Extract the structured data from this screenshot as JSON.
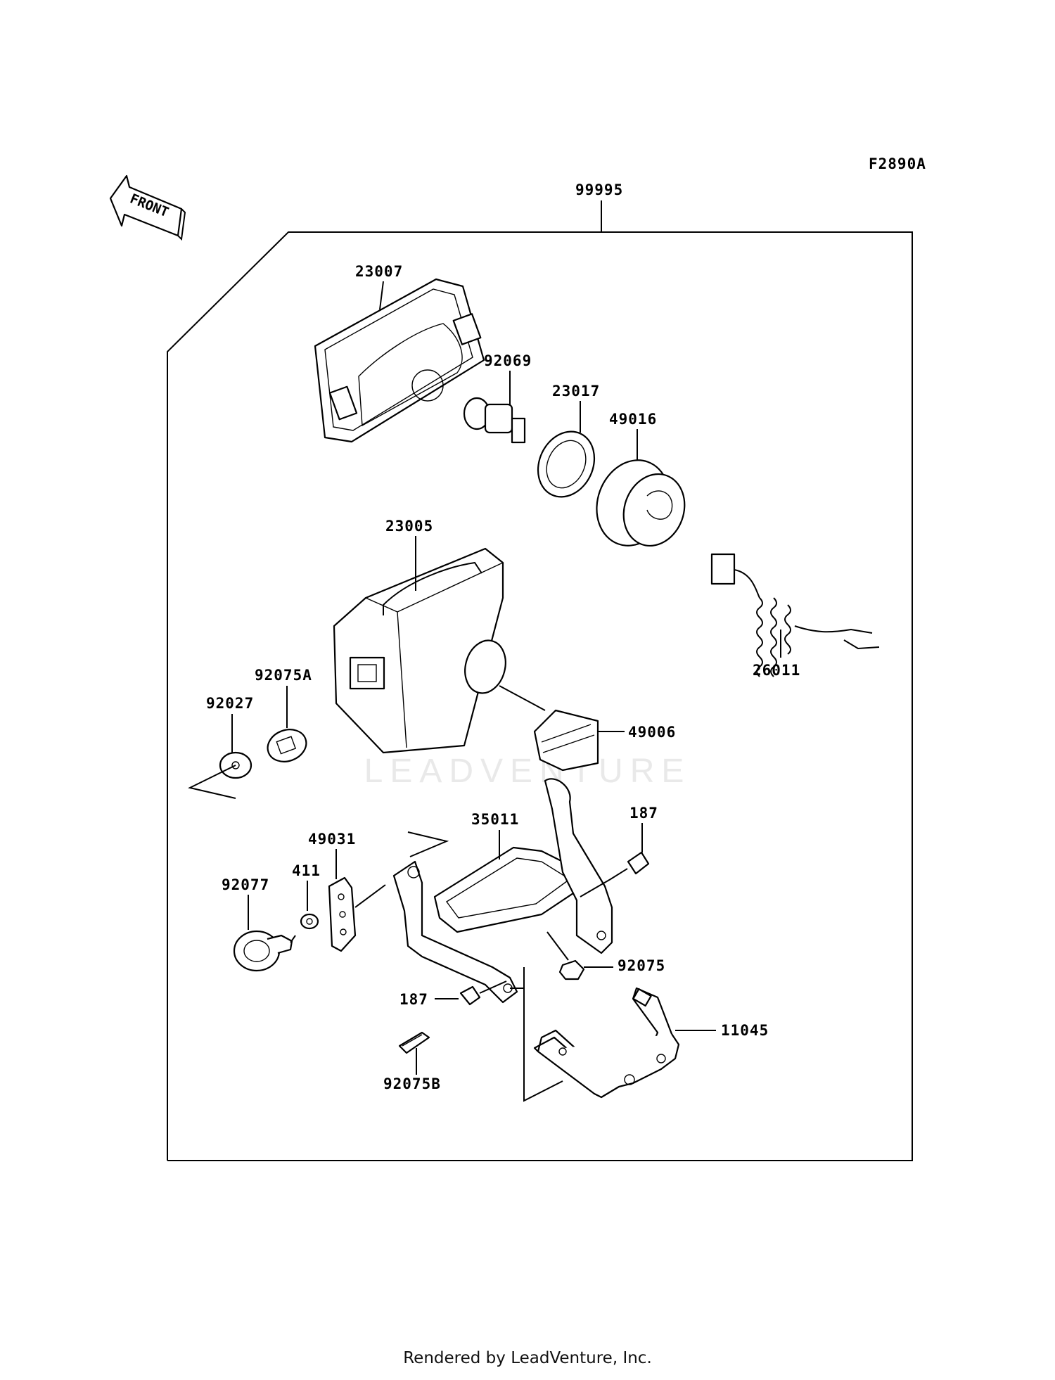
{
  "figure_code": "F2890A",
  "front_arrow_text": "FRONT",
  "watermark": "LEADVENTURE",
  "footer": "Rendered by LeadVenture, Inc.",
  "parts": {
    "p99995": "99995",
    "p23007": "23007",
    "p92069": "92069",
    "p23017": "23017",
    "p49016": "49016",
    "p23005": "23005",
    "p26011": "26011",
    "p92075A": "92075A",
    "p92027": "92027",
    "p49006": "49006",
    "p35011": "35011",
    "p187a": "187",
    "p49031": "49031",
    "p411": "411",
    "p92077": "92077",
    "p92075": "92075",
    "p187b": "187",
    "p11045": "11045",
    "p92075B": "92075B"
  }
}
